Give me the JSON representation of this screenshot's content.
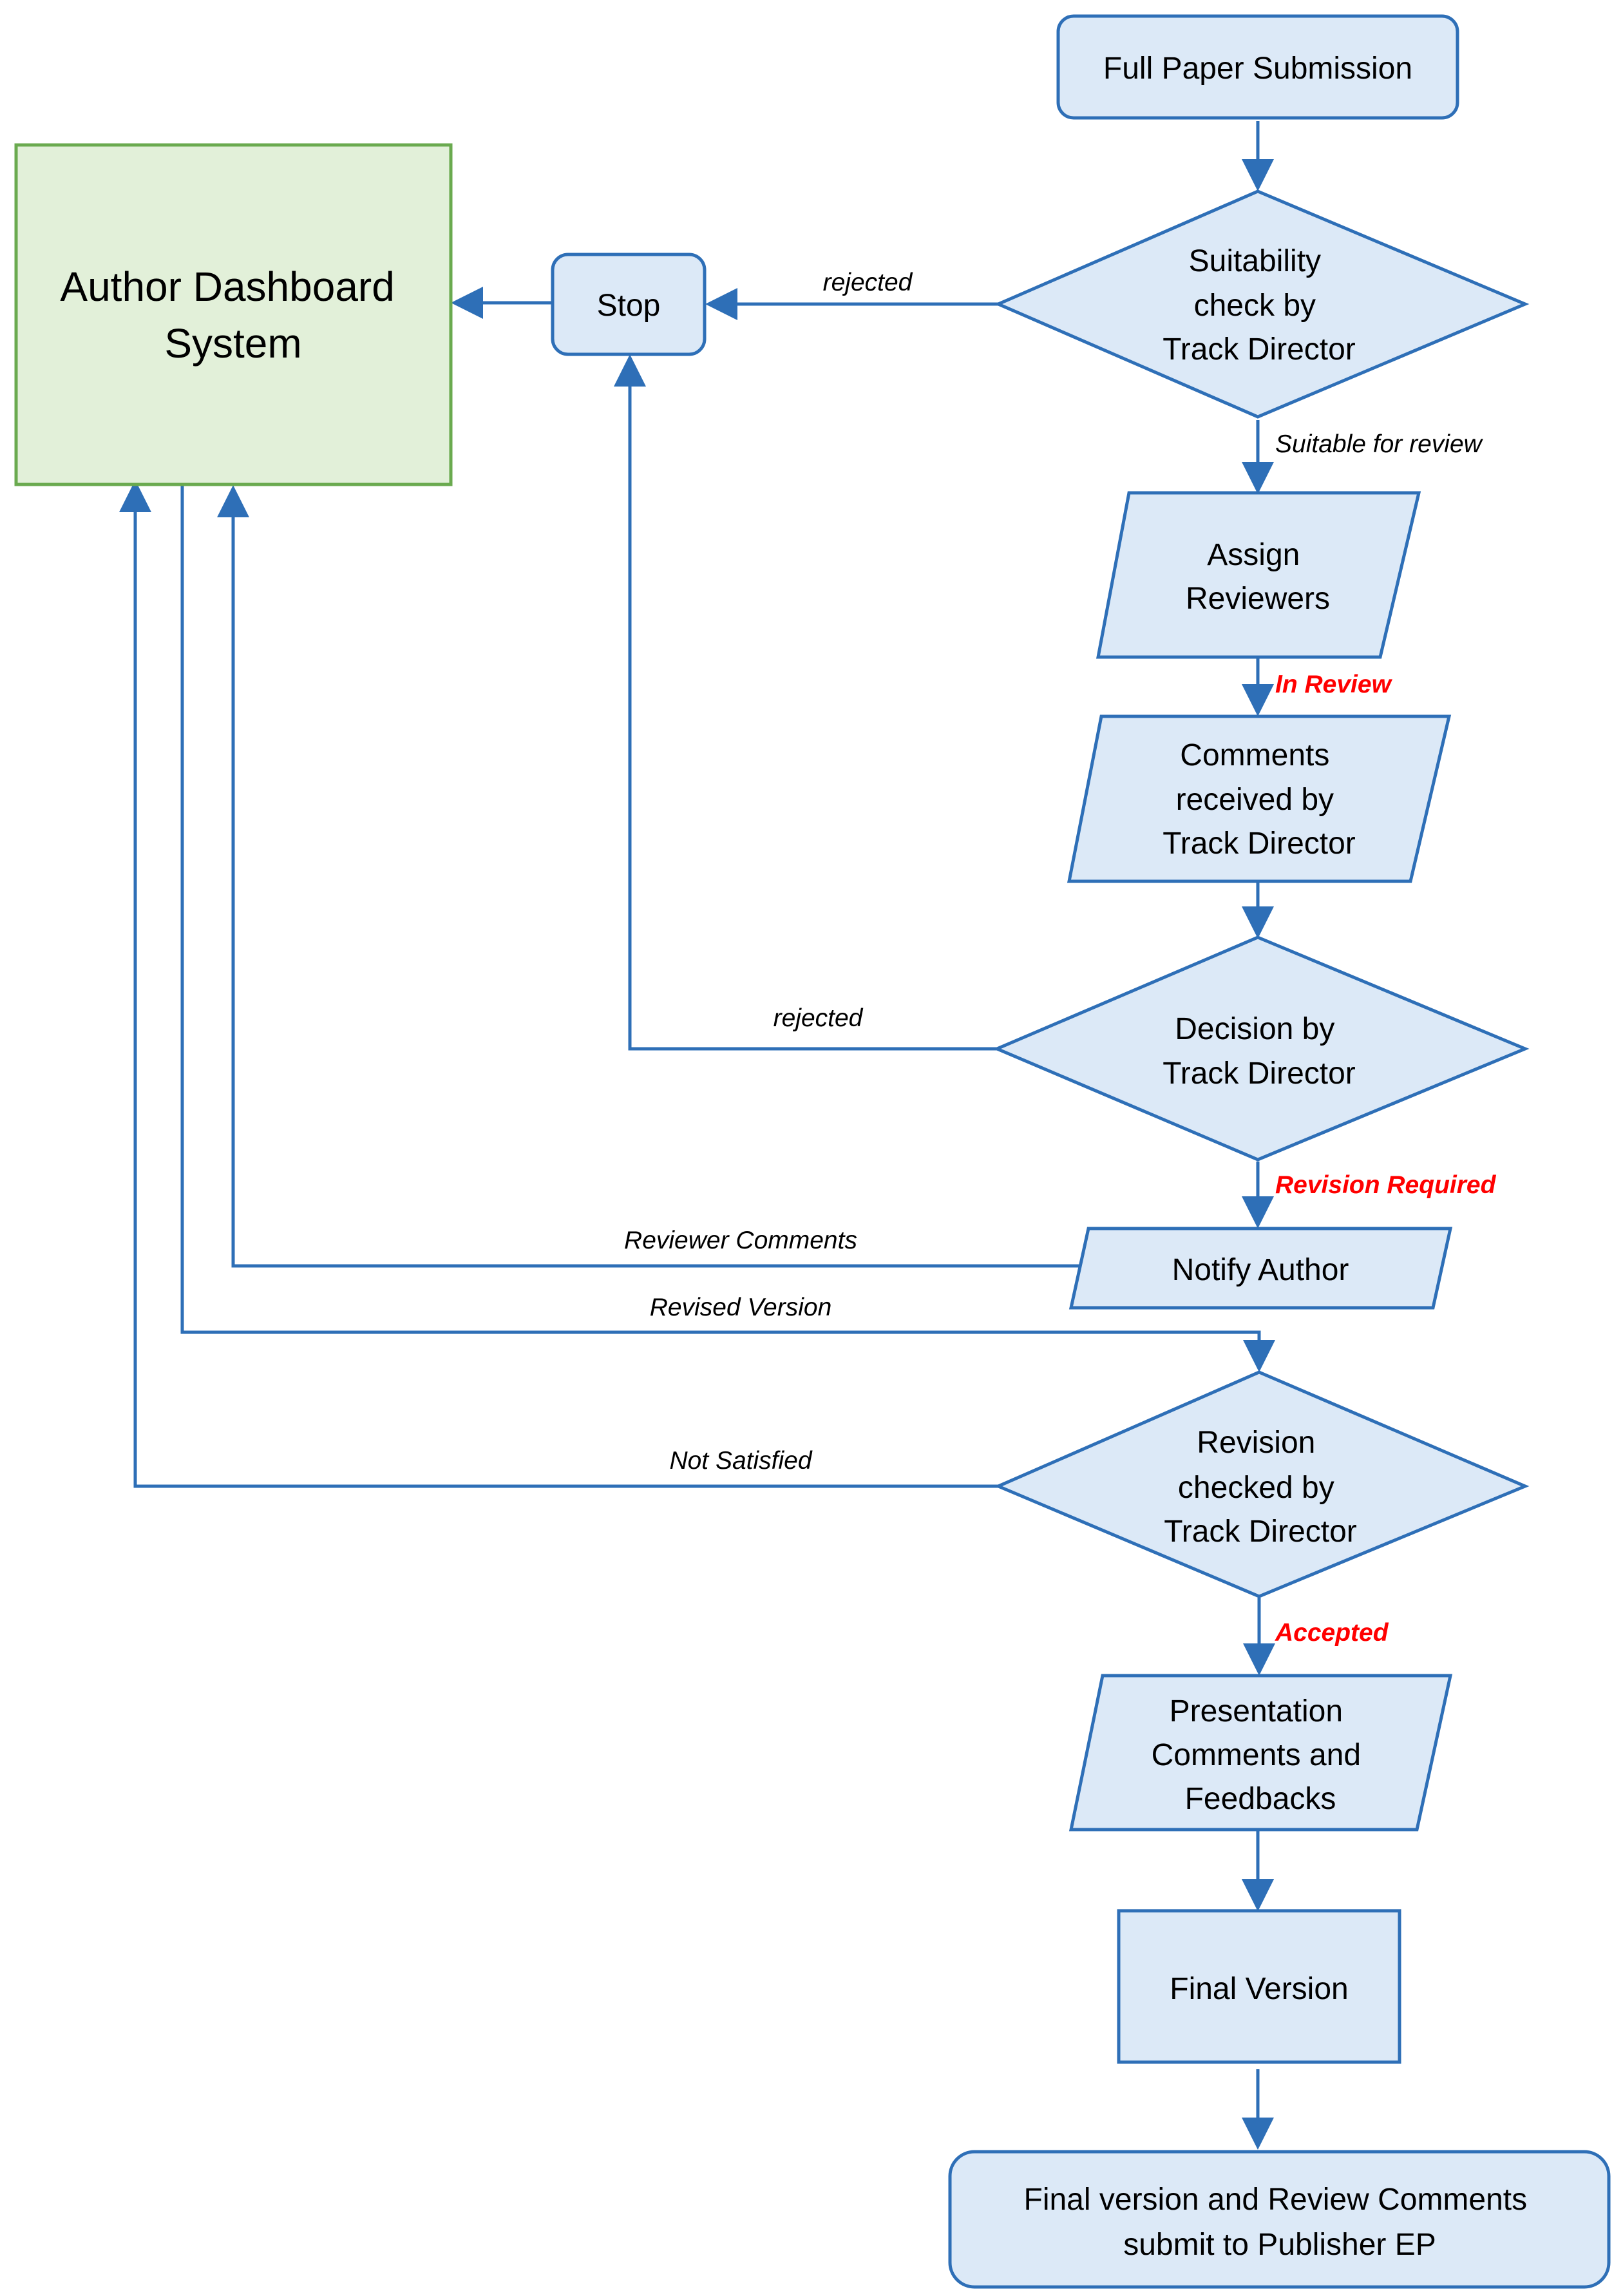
{
  "colors": {
    "node_fill": "#dce9f7",
    "node_stroke": "#2e6fb7",
    "dashboard_fill": "#e2f0d9",
    "dashboard_stroke": "#6aaa4f",
    "arrow": "#2e6fb7",
    "label_text": "#000000",
    "status_text": "#ff0000"
  },
  "nodes": {
    "full_paper_submission": {
      "lines": [
        "Full Paper Submission"
      ]
    },
    "suitability_check": {
      "lines": [
        "Suitability",
        "check by",
        "Track Director"
      ]
    },
    "assign_reviewers": {
      "lines": [
        "Assign",
        "Reviewers"
      ]
    },
    "comments_received": {
      "lines": [
        "Comments",
        "received by",
        "Track Director"
      ]
    },
    "decision": {
      "lines": [
        "Decision by",
        "Track Director"
      ]
    },
    "notify_author": {
      "lines": [
        "Notify Author"
      ]
    },
    "revision_checked": {
      "lines": [
        "Revision",
        "checked by",
        "Track Director"
      ]
    },
    "presentation_comments": {
      "lines": [
        "Presentation",
        "Comments and",
        "Feedbacks"
      ]
    },
    "final_version": {
      "lines": [
        "Final Version"
      ]
    },
    "submit_publisher": {
      "lines": [
        "Final version and Review Comments",
        "submit to Publisher EP"
      ]
    },
    "stop": {
      "lines": [
        "Stop"
      ]
    },
    "author_dashboard": {
      "lines": [
        "Author Dashboard",
        "System"
      ]
    }
  },
  "edge_labels": {
    "rejected_suitability": "rejected",
    "suitable_for_review": "Suitable for review",
    "in_review": "In Review",
    "rejected_decision": "rejected",
    "revision_required": "Revision Required",
    "reviewer_comments": "Reviewer Comments",
    "revised_version": "Revised Version",
    "not_satisfied": "Not Satisfied",
    "accepted": "Accepted"
  }
}
